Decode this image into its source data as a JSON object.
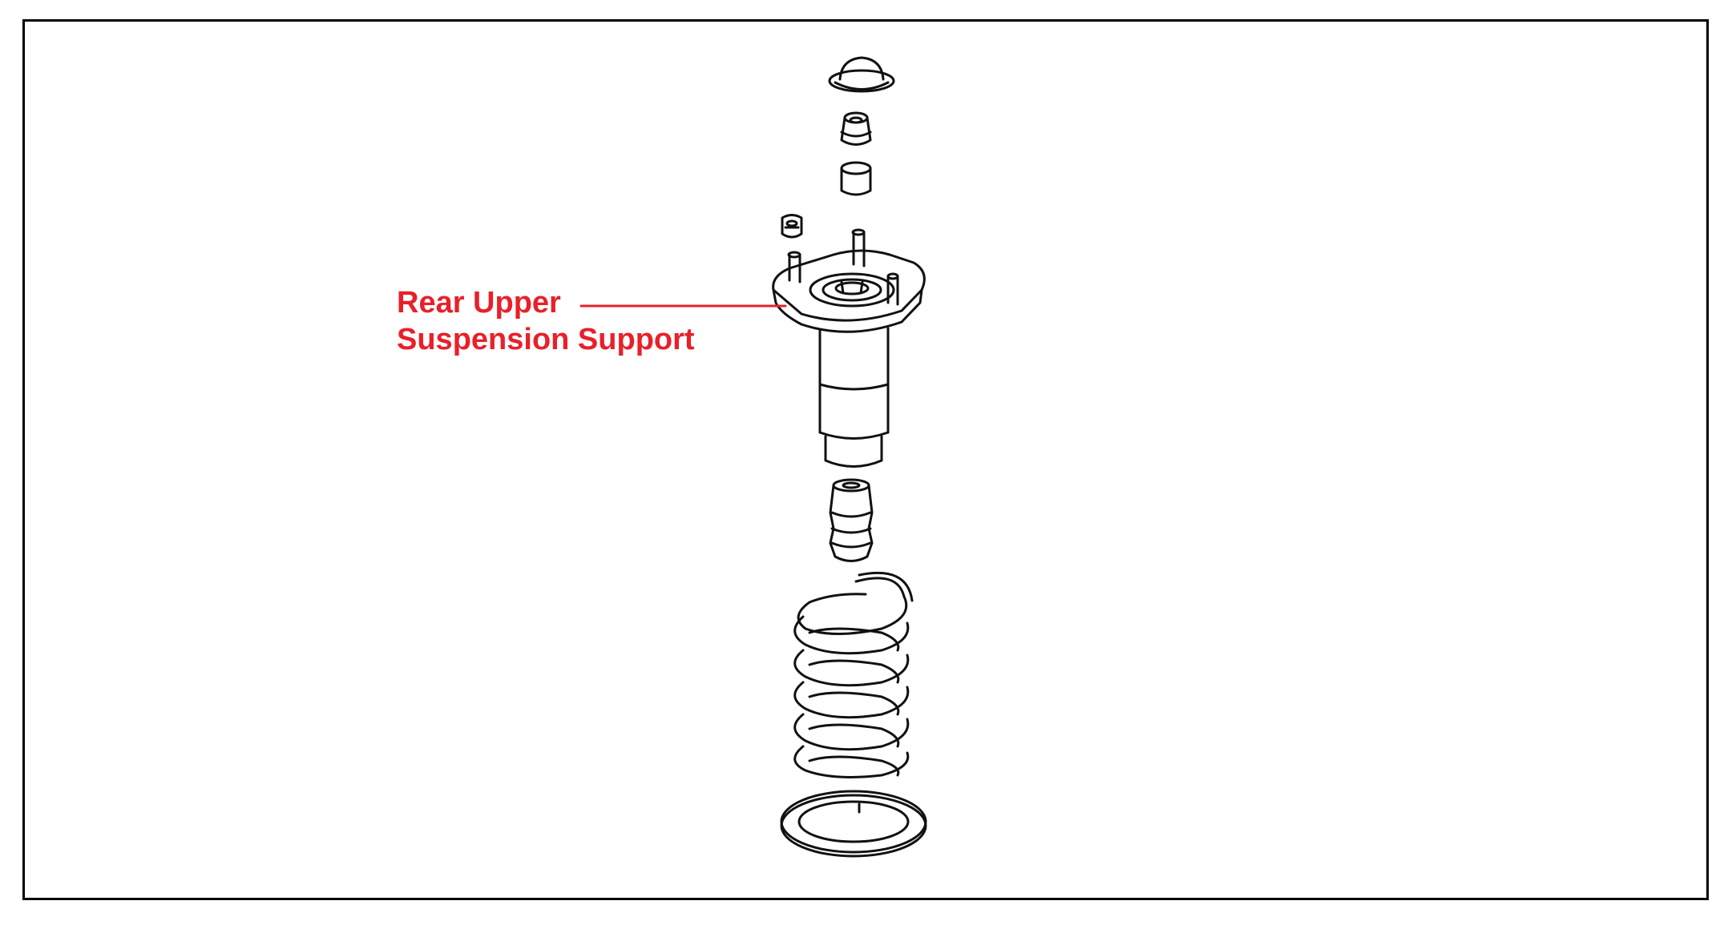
{
  "diagram": {
    "callout": {
      "line1": "Rear Upper",
      "line2": "Suspension Support",
      "color": "#e8202a"
    },
    "parts": [
      "dust-cap",
      "nut",
      "collar",
      "mounting-nut",
      "upper-suspension-support",
      "bump-stop",
      "coil-spring",
      "spring-seat"
    ]
  }
}
